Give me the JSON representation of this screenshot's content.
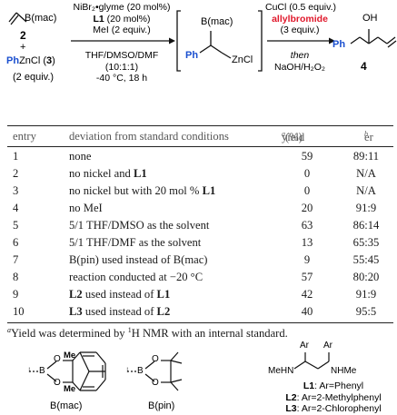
{
  "scheme": {
    "substrate": {
      "bmac": "B(mac)",
      "number": "2",
      "plus": "+",
      "reagent_ph": "Ph",
      "reagent_zn": "ZnCl (",
      "reagent_num": "3",
      "reagent_close": ")",
      "equiv": "(2 equiv.)"
    },
    "step1": {
      "line1": "NiBr₂•glyme (20 mol%)",
      "line2_bold": "L1",
      "line2_rest": " (20 mol%)",
      "line3": "MeI (2 equiv.)",
      "line4": "THF/DMSO/DMF",
      "line5": "(10:1:1)",
      "line6": "-40 °C, 18 h"
    },
    "intermediate": {
      "ph": "Ph",
      "bmac": "B(mac)",
      "zncl": "ZnCl"
    },
    "step2": {
      "line1": "CuCl (0.5 equiv.)",
      "line2": "allylbromide",
      "line3": "(3 equiv.)",
      "line4": "then",
      "line5": "NaOH/H₂O₂"
    },
    "product": {
      "ph": "Ph",
      "oh": "OH",
      "number": "4"
    }
  },
  "table": {
    "headers": {
      "entry": "entry",
      "deviation": "deviation from standard conditions",
      "yield": "yield",
      "yield_mark": "a",
      "yield_unit": " (%)",
      "er": "er",
      "er_mark": "b"
    },
    "rows": [
      {
        "entry": "1",
        "deviation": "none",
        "yield": "59",
        "er": "89:11"
      },
      {
        "entry": "2",
        "deviation": "no nickel and L1",
        "yield": "0",
        "er": "N/A"
      },
      {
        "entry": "3",
        "deviation": "no nickel but with 20 mol % L1",
        "yield": "0",
        "er": "N/A"
      },
      {
        "entry": "4",
        "deviation": "no MeI",
        "yield": "20",
        "er": "91:9"
      },
      {
        "entry": "5",
        "deviation": "5/1 THF/DMSO as the solvent",
        "yield": "63",
        "er": "86:14"
      },
      {
        "entry": "6",
        "deviation": "5/1 THF/DMF as the solvent",
        "yield": "13",
        "er": "65:35"
      },
      {
        "entry": "7",
        "deviation": "B(pin) used instead of B(mac)",
        "yield": "9",
        "er": "55:45"
      },
      {
        "entry": "8",
        "deviation": "reaction conducted at −20 °C",
        "yield": "57",
        "er": "80:20"
      },
      {
        "entry": "9",
        "deviation": "L2 used instead of L1",
        "yield": "42",
        "er": "91:9"
      },
      {
        "entry": "10",
        "deviation": "L3 used instead of L2",
        "yield": "40",
        "er": "95:5"
      }
    ]
  },
  "footnote": {
    "mark": "a",
    "text_before": "Yield was determined by ",
    "iso": "1",
    "text_after": "H NMR with an internal standard."
  },
  "structures": {
    "bmac_label": "B(mac)",
    "bpin_label": "B(pin)",
    "me": "Me",
    "o": "O",
    "b": "B",
    "ar": "Ar",
    "meHN": "MeHN",
    "nhme": "NHMe",
    "ligands": [
      {
        "name": "L1",
        "desc": ": Ar=Phenyl"
      },
      {
        "name": "L2",
        "desc": ": Ar=2-Methylphenyl"
      },
      {
        "name": "L3",
        "desc": ": Ar=2-Chlorophenyl"
      }
    ]
  }
}
